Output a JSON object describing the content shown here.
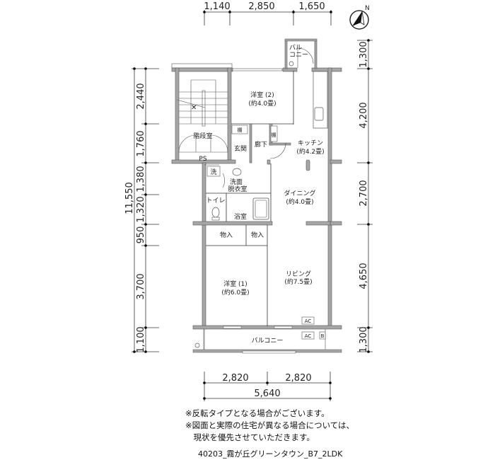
{
  "dimensions": {
    "top": [
      "1,140",
      "2,850",
      "1,650"
    ],
    "left_total": "11,550",
    "left": [
      "2,440",
      "1,760",
      "1,380",
      "1,320",
      "950",
      "3,700",
      "1,100"
    ],
    "right": [
      "1,300",
      "4,200",
      "2,700",
      "4,650",
      "1,300"
    ],
    "bottom": [
      "2,820",
      "2,820"
    ],
    "bottom_total": "5,640"
  },
  "rooms": {
    "balcony_north_1": "バル",
    "balcony_north_2": "コニー",
    "western_room_2": "洋室 (2)",
    "western_room_2_size": "(約4.0畳)",
    "stairwell": "階段室",
    "ps": "PS",
    "shelf_1": "棚",
    "shelf_2": "棚",
    "entrance": "玄関",
    "hallway": "廊下",
    "kitchen": "キッチン",
    "kitchen_size": "(約4.2畳)",
    "washer": "洗",
    "washroom_1": "洗面",
    "washroom_2": "脱衣室",
    "toilet": "トイレ",
    "bathroom": "浴室",
    "dining": "ダイニング",
    "dining_size": "(約4.0畳)",
    "storage_1": "物入",
    "storage_2": "物入",
    "western_room_1": "洋室 (1)",
    "western_room_1_size": "(約6.0畳)",
    "living": "リビング",
    "living_size": "(約7.5畳)",
    "ac_1": "AC",
    "ac_2": "AC",
    "b_label": "B",
    "balcony_south": "バルコニー"
  },
  "compass": {
    "label": "N"
  },
  "notes": [
    "※反転タイプとなる場合がございます。",
    "※図面と実際の住宅が異なる場合については、",
    "　現状を優先させていただきます。"
  ],
  "caption": "40203_霧が丘グリーンタウン_B7_2LDK"
}
